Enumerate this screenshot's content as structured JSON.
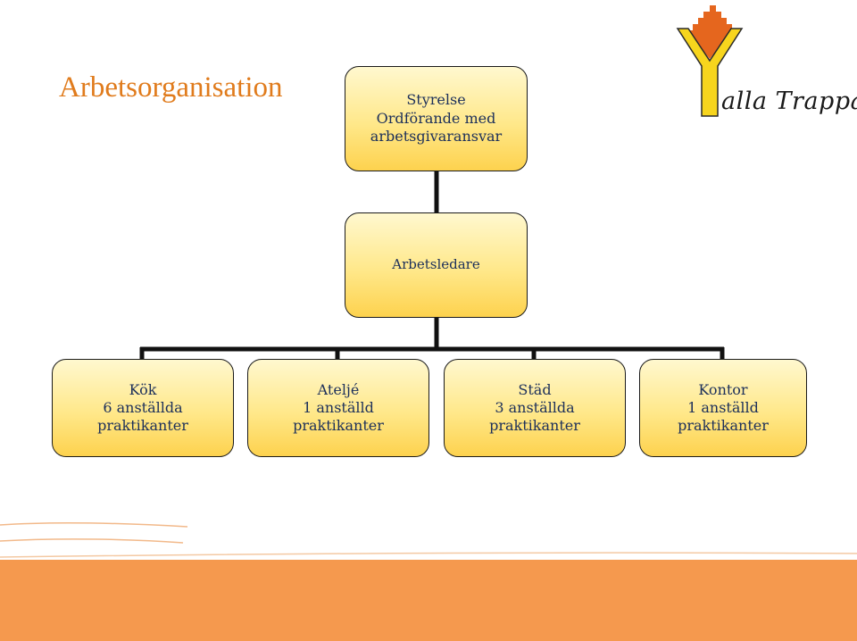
{
  "title": "Arbetsorganisation",
  "logo": {
    "text": "alla Trappan"
  },
  "colors": {
    "title": "#e07b1c",
    "box_text": "#1c2f5a",
    "box_fill_top": "#fff8cf",
    "box_fill_bottom": "#fdd24e",
    "connector": "#111111",
    "footer": "#f5994e",
    "logo_yellow": "#f7d51d",
    "logo_orange": "#e5661e"
  },
  "org": {
    "top": {
      "lines": [
        "Styrelse",
        "Ordförande med",
        "arbetsgivaransvar"
      ]
    },
    "middle": {
      "lines": [
        "Arbetsledare"
      ]
    },
    "units": [
      {
        "lines": [
          "Kök",
          "6 anställda",
          "praktikanter"
        ]
      },
      {
        "lines": [
          "Ateljé",
          "1 anställd",
          "praktikanter"
        ]
      },
      {
        "lines": [
          "Städ",
          "3 anställda",
          "praktikanter"
        ]
      },
      {
        "lines": [
          "Kontor",
          "1 anställd",
          "praktikanter"
        ]
      }
    ]
  }
}
